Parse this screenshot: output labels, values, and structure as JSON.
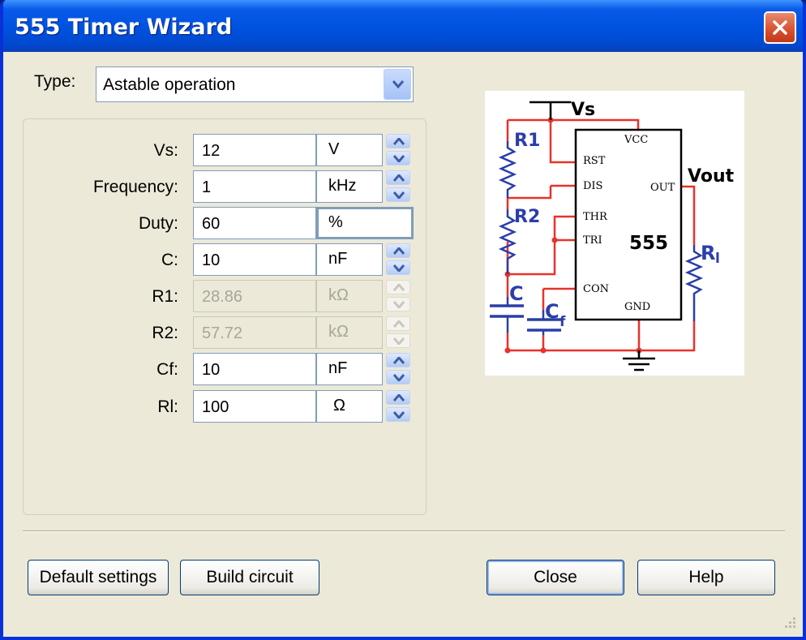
{
  "window": {
    "title": "555 Timer Wizard"
  },
  "type_select": {
    "label": "Type:",
    "value": "Astable operation"
  },
  "fields": [
    {
      "label": "Vs:",
      "value": "12",
      "unit": "V",
      "enabled": true,
      "spinner": true
    },
    {
      "label": "Frequency:",
      "value": "1",
      "unit": "kHz",
      "enabled": true,
      "spinner": true
    },
    {
      "label": "Duty:",
      "value": "60",
      "unit": "%",
      "enabled": true,
      "spinner": false
    },
    {
      "label": "C:",
      "value": "10",
      "unit": "nF",
      "enabled": true,
      "spinner": true
    },
    {
      "label": "R1:",
      "value": "28.86",
      "unit": "kΩ",
      "enabled": false,
      "spinner": true
    },
    {
      "label": "R2:",
      "value": "57.72",
      "unit": "kΩ",
      "enabled": false,
      "spinner": true
    },
    {
      "label": "Cf:",
      "value": "10",
      "unit": "nF",
      "enabled": true,
      "spinner": true
    },
    {
      "label": "Rl:",
      "value": "100",
      "unit": "Ω",
      "enabled": true,
      "spinner": true
    }
  ],
  "schematic": {
    "vs": "Vs",
    "vout": "Vout",
    "r1": "R1",
    "r2": "R2",
    "c": "C",
    "cf": "C",
    "cf_sub": "f",
    "rl": "R",
    "rl_sub": "l",
    "chip": "555",
    "pins": {
      "vcc": "VCC",
      "rst": "RST",
      "dis": "DIS",
      "thr": "THR",
      "tri": "TRI",
      "con": "CON",
      "out": "OUT",
      "gnd": "GND"
    },
    "colors": {
      "wire": "#e8322a",
      "component": "#2b3ea8",
      "chip": "#000000"
    }
  },
  "buttons": {
    "default_settings": "Default settings",
    "build_circuit": "Build circuit",
    "close": "Close",
    "help": "Help"
  }
}
